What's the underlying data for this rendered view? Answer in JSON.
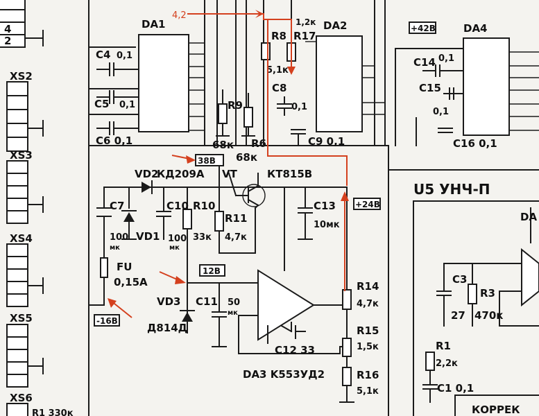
{
  "labels": {
    "da1": "DA1",
    "da2": "DA2",
    "da4": "DA4",
    "da3": "DA3 K553УД2",
    "u5": "U5 УНЧ-П",
    "da_right": "DA",
    "xs2": "XS2",
    "xs3": "XS3",
    "xs4": "XS4",
    "xs5": "XS5",
    "xs6": "XS6",
    "c4": "C4",
    "c4v": "0,1",
    "c5": "C5",
    "c5v": "0,1",
    "c6": "C6 0,1",
    "r9": "R9",
    "r9v": "68к",
    "r6v": "R6",
    "r6val": "68к",
    "r8": "R8",
    "r17": "R17",
    "r8v": "5,1к",
    "r17v": "1,2к",
    "c8": "C8",
    "c8v": "0,1",
    "c9": "C9 0,1",
    "c14": "C14",
    "c14v": "0,1",
    "c15": "C15",
    "c15v": "0,1",
    "c16": "C16 0,1",
    "vd2": "VD2",
    "vd2t": "КД209А",
    "vt": "VT",
    "vtt": "КТ815В",
    "c7": "C7",
    "c7v": "100",
    "mk": "мк",
    "vd1": "VD1",
    "c10": "C10",
    "c10v": "100",
    "r10": "R10",
    "r10v": "33к",
    "r11": "R11",
    "r11v": "4,7к",
    "c13": "C13",
    "c13v": "10мк",
    "fu": "FU",
    "fuv": "0,15А",
    "vd3": "VD3",
    "vd3t": "Д814Д",
    "c11": "C11",
    "c11v": "50",
    "r14": "R14",
    "r14v": "4,7к",
    "r15": "R15",
    "r15v": "1,5к",
    "r16": "R16",
    "r16v": "5,1к",
    "c12": "C12 33",
    "c3": "C3",
    "c3v": "27",
    "r3": "R3",
    "r3v": "470к",
    "r1": "R1",
    "r1v": "2,2к",
    "c1": "C1 0,1",
    "korr": "КОРРЕК",
    "rb": "R1 330к",
    "v42": "+42В",
    "v38": "38В",
    "v12": "12В",
    "v24": "+24В",
    "vm16": "-16В",
    "red_value": "4,2"
  },
  "colors": {
    "ink": "#1a1a1a",
    "paper": "#f4f3ef",
    "annotation": "#d4401e"
  }
}
